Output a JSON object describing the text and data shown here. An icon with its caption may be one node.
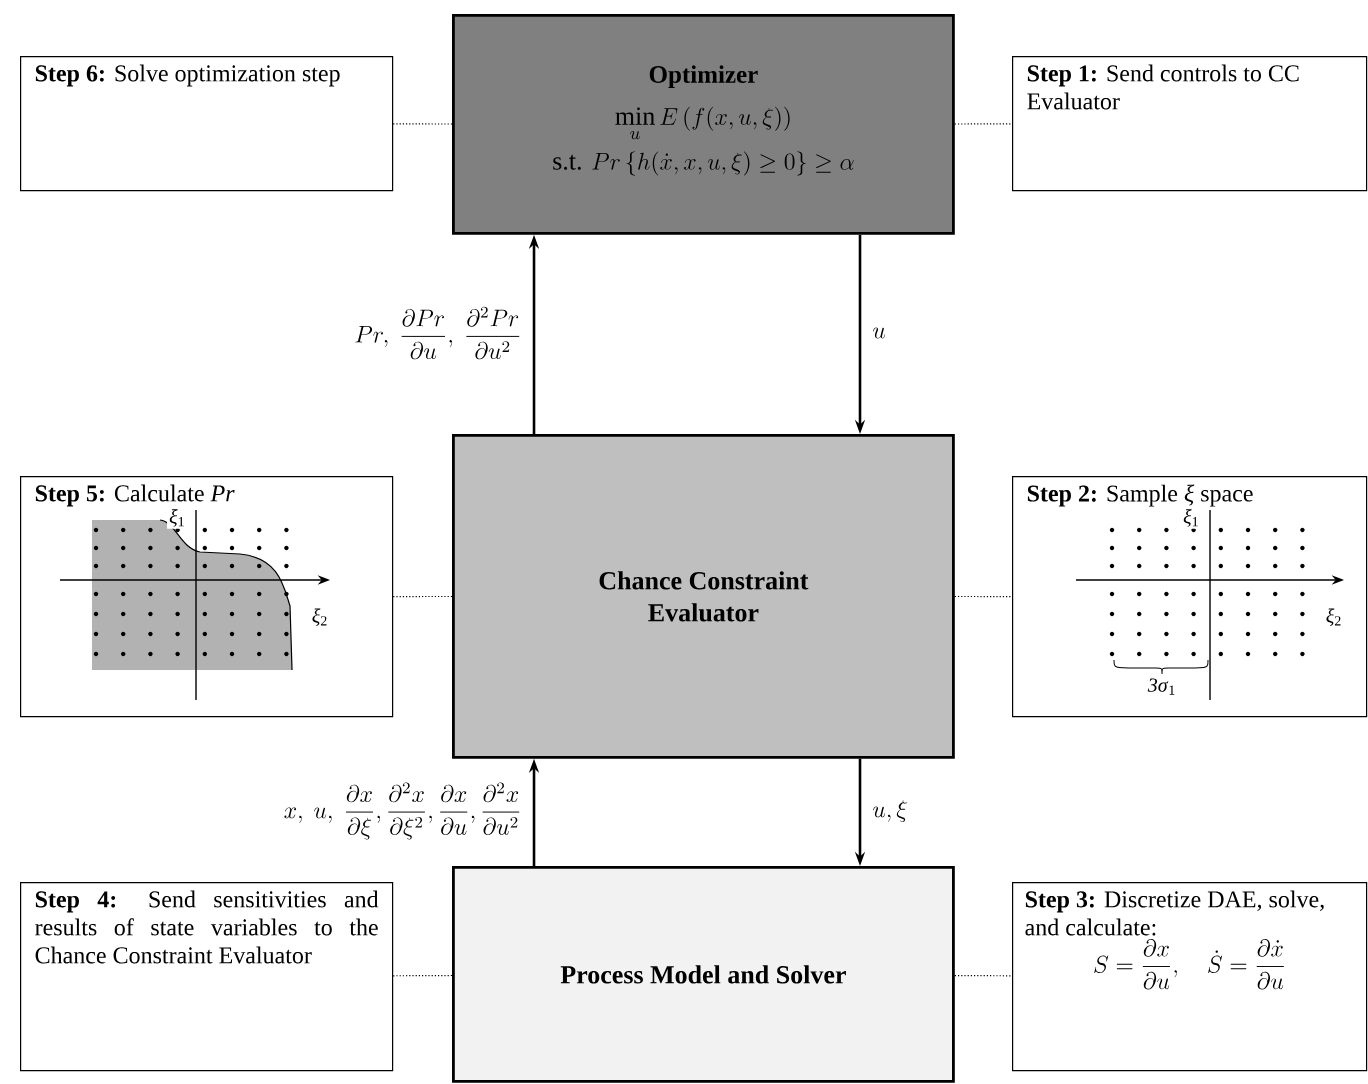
{
  "diagram": {
    "nodes": [
      {
        "text": [
          "Optimizer",
          "\\min_{u} E\\left(f(x,u,\\xi)\\right)",
          "\\text{s.t. } Pr\\left\\{h(\\dot{x},x,u,\\xi)\\geq 0\\right\\}\\geq\\alpha"
        ]
      },
      {
        "text": [
          "Chance Constraint Evaluator"
        ]
      },
      {
        "text": [
          "Process Model and Solver"
        ]
      },
      {
        "text": [
          "**Step 6:** Solve optimization step"
        ]
      },
      {
        "text": [
          "**Step 1:** Send controls to CC Evaluator"
        ]
      },
      {
        "text": [
          "**Step 5:** Calculate *Pr*"
        ]
      },
      {
        "text": [
          "**Step 2:** Sample *ξ* space"
        ]
      },
      {
        "text": [
          "**Step 4:** Send sensitivities and results of state variables to the Chance Constraint Evaluator"
        ]
      },
      {
        "text": [
          "**Step 3:** Discretize DAE, solve, and calculate:",
          "S=\\frac{\\partial x}{\\partial u},\\quad \\dot{S}=\\frac{\\partial \\dot{x}}{\\partial u}"
        ]
      }
    ],
    "edges": [
      {
        "from": 1,
        "to": 0,
        "arrow": "to",
        "label": "Pr,\\ \\frac{\\partial Pr}{\\partial u},\\ \\frac{\\partial^2 Pr}{\\partial u^2}"
      },
      {
        "from": 0,
        "to": 1,
        "arrow": "to",
        "label": "u"
      },
      {
        "from": 2,
        "to": 1,
        "arrow": "to",
        "label": "x,\\ u,\\ \\frac{\\partial x}{\\partial \\xi},\\frac{\\partial^2 x}{\\partial \\xi^2},\\frac{\\partial x}{\\partial u},\\frac{\\partial^2 x}{\\partial u^2}"
      },
      {
        "from": 1,
        "to": 2,
        "arrow": "to",
        "label": "u,\\xi"
      },
      {
        "from": 3,
        "to": 0,
        "arrow": "none",
        "style": "dashed"
      },
      {
        "from": 0,
        "to": 4,
        "arrow": "none",
        "style": "dashed"
      },
      {
        "from": 5,
        "to": 1,
        "arrow": "none",
        "style": "dashed"
      },
      {
        "from": 1,
        "to": 6,
        "arrow": "none",
        "style": "dashed"
      },
      {
        "from": 7,
        "to": 2,
        "arrow": "none",
        "style": "dashed"
      },
      {
        "from": 2,
        "to": 8,
        "arrow": "none",
        "style": "dashed"
      }
    ],
    "labels": [
      "*ξ*$_{1}$",
      "*ξ*$_{1}$",
      "*ξ*$_{2}$",
      "*ξ*$_{2}$",
      "*3σ*$_{1}$"
    ]
  }
}
